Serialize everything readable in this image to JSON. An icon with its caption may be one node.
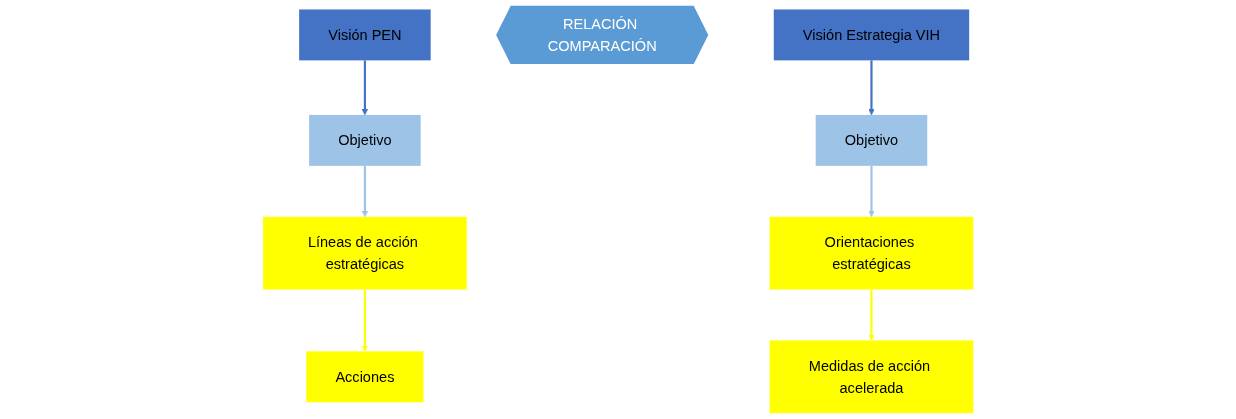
{
  "diagram": {
    "nodes": [
      {
        "text": [
          "Visión  PEN"
        ]
      },
      {
        "text": [
          "Objetivo"
        ]
      },
      {
        "text": [
          "Líneas de acción estratégicas"
        ]
      },
      {
        "text": [
          "Acciones"
        ]
      },
      {
        "text": [
          "RELACIÓN COMPARACIÓN"
        ]
      },
      {
        "text": [
          "Visión Estrategia VIH"
        ]
      },
      {
        "text": [
          "Objetivo"
        ]
      },
      {
        "text": [
          "Orientaciones estratégicas"
        ]
      },
      {
        "text": [
          "Medidas de acción acelerada"
        ]
      }
    ],
    "edges": [
      {
        "from": 0,
        "to": 1,
        "arrow": "to",
        "color": "#4472c4"
      },
      {
        "from": 1,
        "to": 2,
        "arrow": "to",
        "color": "#9dc3e6"
      },
      {
        "from": 2,
        "to": 3,
        "arrow": "to",
        "color": "#ffff00"
      },
      {
        "from": 5,
        "to": 6,
        "arrow": "to",
        "color": "#4472c4"
      },
      {
        "from": 6,
        "to": 7,
        "arrow": "to",
        "color": "#9dc3e6"
      },
      {
        "from": 7,
        "to": 8,
        "arrow": "to",
        "color": "#ffff00"
      }
    ]
  }
}
